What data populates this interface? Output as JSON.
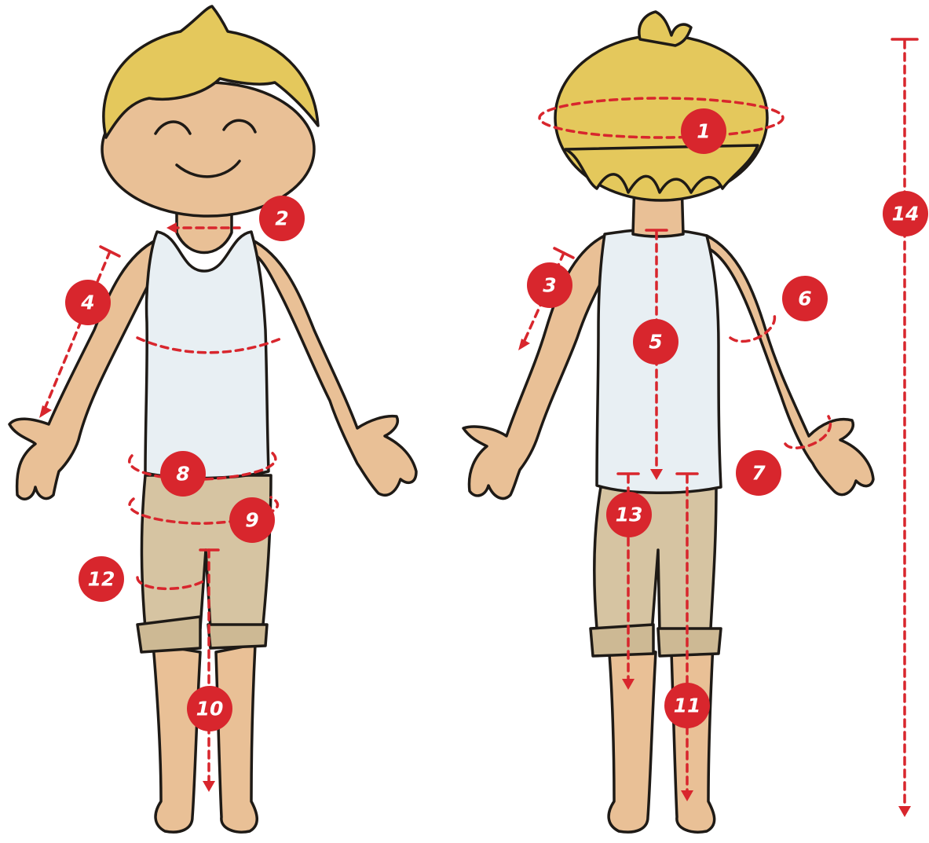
{
  "measurements": [
    {
      "number": "1",
      "color": "#d8262d"
    },
    {
      "number": "2",
      "color": "#d8262d"
    },
    {
      "number": "3",
      "color": "#d8262d"
    },
    {
      "number": "4",
      "color": "#d8262d"
    },
    {
      "number": "5",
      "color": "#d8262d"
    },
    {
      "number": "6",
      "color": "#d8262d"
    },
    {
      "number": "7",
      "color": "#d8262d"
    },
    {
      "number": "8",
      "color": "#d8262d"
    },
    {
      "number": "9",
      "color": "#d8262d"
    },
    {
      "number": "10",
      "color": "#d8262d"
    },
    {
      "number": "11",
      "color": "#d8262d"
    },
    {
      "number": "12",
      "color": "#d8262d"
    },
    {
      "number": "13",
      "color": "#d8262d"
    },
    {
      "number": "14",
      "color": "#d8262d"
    }
  ],
  "colors": {
    "marker": "#d8262d",
    "hair": "#e4c85c",
    "skin": "#e9c096",
    "shirt": "#e8eff3",
    "shorts": "#d6c4a2"
  }
}
